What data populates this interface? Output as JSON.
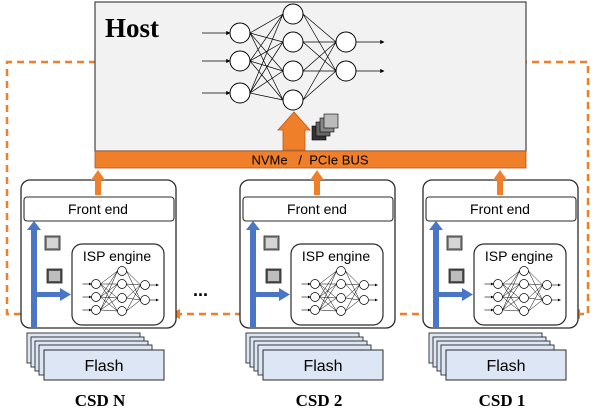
{
  "host": {
    "title": "Host"
  },
  "bus": {
    "label": "NVMe   /  PCIe BUS"
  },
  "csds": [
    {
      "name": "CSD N",
      "front_end": "Front end",
      "isp_engine": "ISP engine",
      "flash": "Flash"
    },
    {
      "name": "CSD 2",
      "front_end": "Front end",
      "isp_engine": "ISP engine",
      "flash": "Flash"
    },
    {
      "name": "CSD 1",
      "front_end": "Front end",
      "isp_engine": "ISP engine",
      "flash": "Flash"
    }
  ],
  "ellipsis": "...",
  "colors": {
    "host_fill": "#f2f2f2",
    "bus_orange": "#f07f2a",
    "front_end_fill": "#ffffff",
    "csd_fill": "#ffffff",
    "flash_fill": "#dde6f4",
    "blue_arrow": "#4a76c6",
    "dashed_loop": "#f07f2a"
  }
}
